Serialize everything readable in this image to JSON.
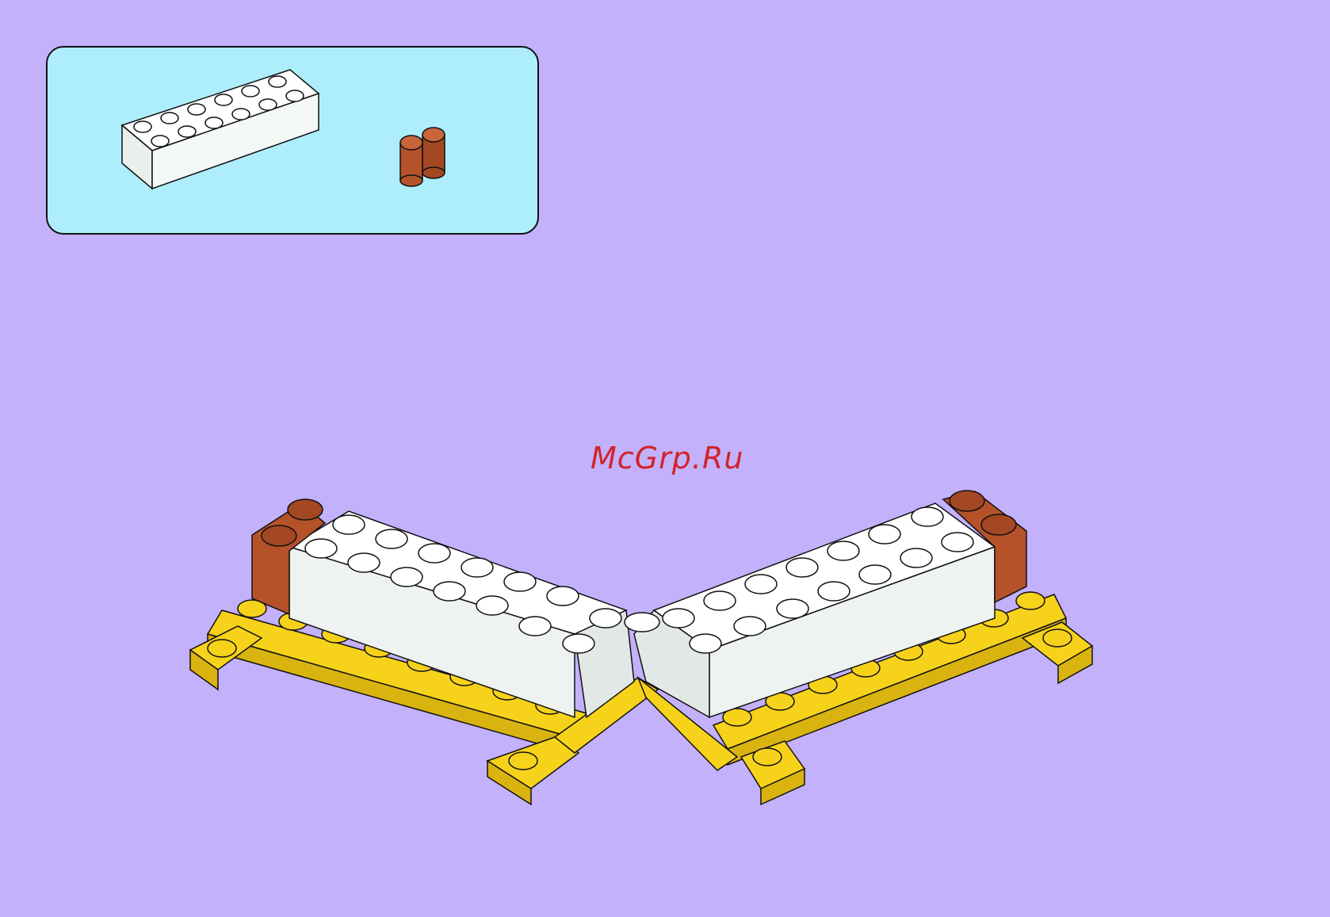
{
  "page": {
    "background": "#c3b1fc"
  },
  "parts_callout": {
    "background": "#aeeefc",
    "parts": [
      {
        "name": "white-brick-2x6",
        "color": "#ffffff"
      },
      {
        "name": "reddish-brown-brick-1x2",
        "color": "#b5522a"
      }
    ]
  },
  "watermark": {
    "text": "McGrp.Ru",
    "color": "#d2232a"
  },
  "model": {
    "colors": {
      "plate": "#f6d21a",
      "white": "#f4f8f6",
      "brown": "#b5522a"
    }
  }
}
